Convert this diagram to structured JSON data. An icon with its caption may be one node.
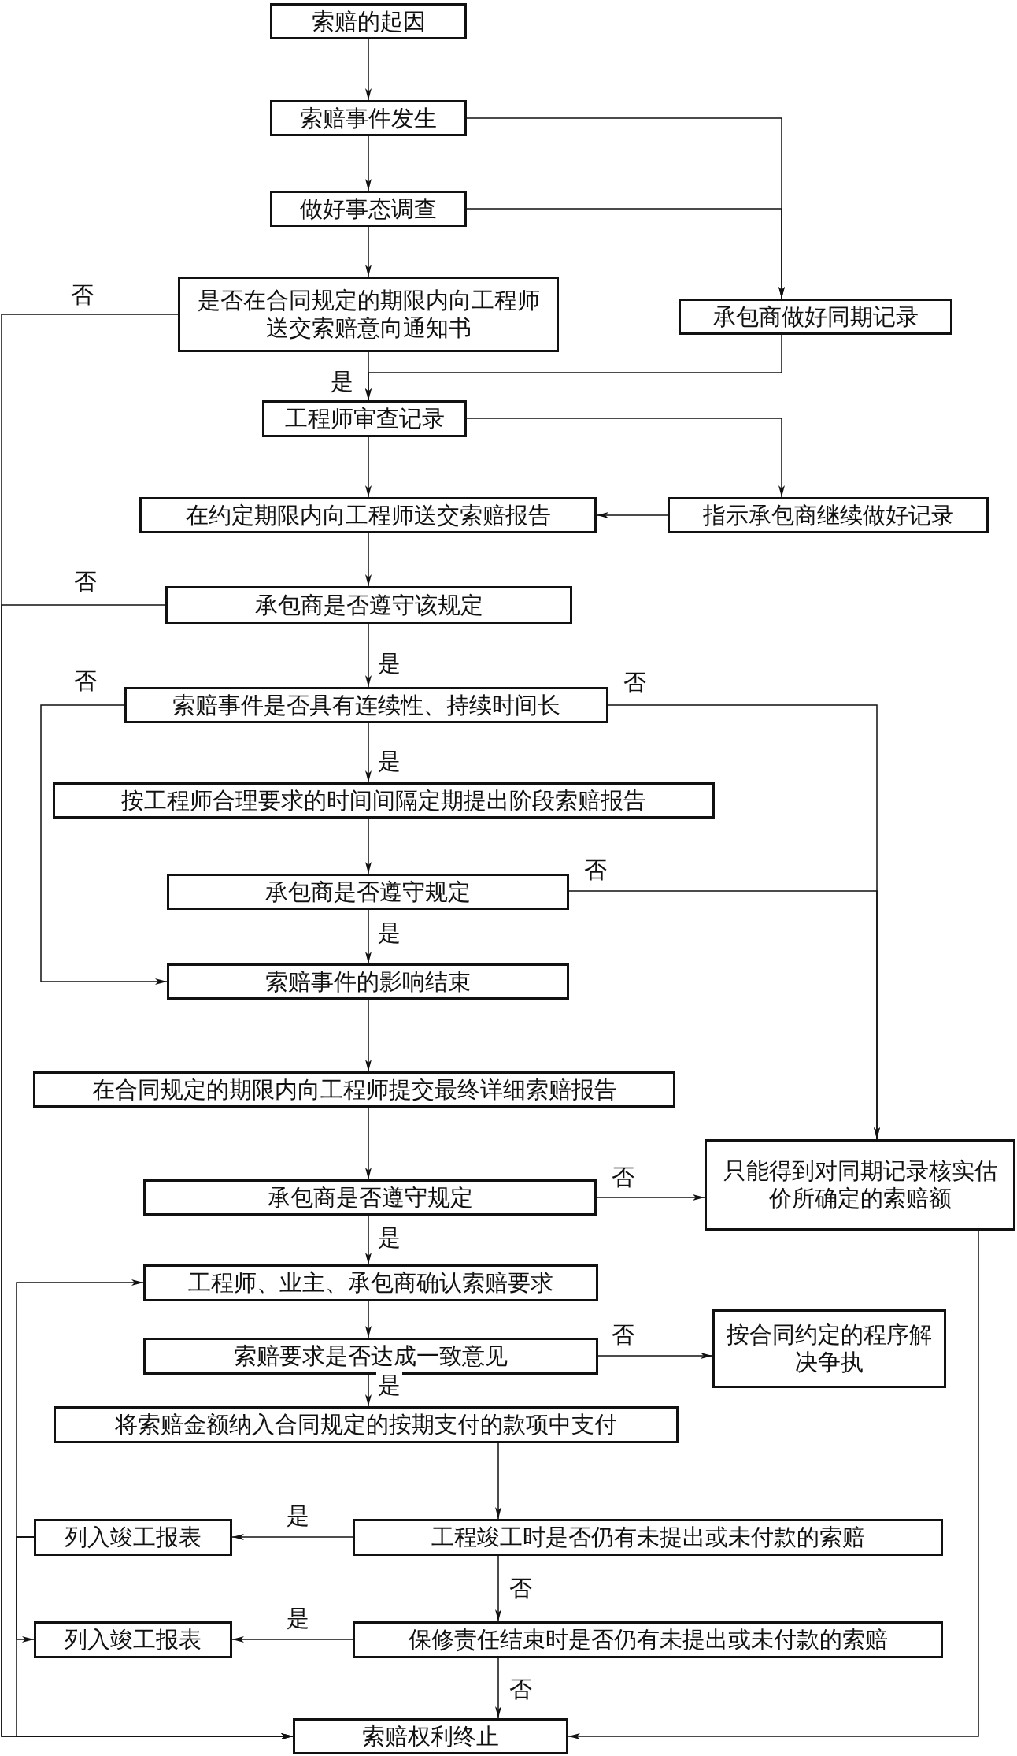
{
  "diagram": {
    "nodes": [
      {
        "text": [
          "索赔的起因"
        ]
      },
      {
        "text": [
          "索赔事件发生"
        ]
      },
      {
        "text": [
          "做好事态调查"
        ]
      },
      {
        "text": [
          "是否在合同规定的期限内向工程师送交索赔意向通知书"
        ]
      },
      {
        "text": [
          "承包商做好同期记录"
        ]
      },
      {
        "text": [
          "工程师审查记录"
        ]
      },
      {
        "text": [
          "在约定期限内向工程师送交索赔报告"
        ]
      },
      {
        "text": [
          "指示承包商继续做好记录"
        ]
      },
      {
        "text": [
          "承包商是否遵守该规定"
        ]
      },
      {
        "text": [
          "索赔事件是否具有连续性、持续时间长"
        ]
      },
      {
        "text": [
          "按工程师合理要求的时间间隔定期提出阶段索赔报告"
        ]
      },
      {
        "text": [
          "承包商是否遵守规定"
        ]
      },
      {
        "text": [
          "索赔事件的影响结束"
        ]
      },
      {
        "text": [
          "在合同规定的期限内向工程师提交最终详细索赔报告"
        ]
      },
      {
        "text": [
          "承包商是否遵守规定"
        ]
      },
      {
        "text": [
          "只能得到对同期记录核实估价所确定的索赔额"
        ]
      },
      {
        "text": [
          "工程师、业主、承包商确认索赔要求"
        ]
      },
      {
        "text": [
          "索赔要求是否达成一致意见"
        ]
      },
      {
        "text": [
          "按合同约定的程序解决争执"
        ]
      },
      {
        "text": [
          "将索赔金额纳入合同规定的按期支付的款项中支付"
        ]
      },
      {
        "text": [
          "列入竣工报表"
        ]
      },
      {
        "text": [
          "工程竣工时是否仍有未提出或未付款的索赔"
        ]
      },
      {
        "text": [
          "列入竣工报表"
        ]
      },
      {
        "text": [
          "保修责任结束时是否仍有未提出或未付款的索赔"
        ]
      },
      {
        "text": [
          "索赔权利终止"
        ]
      }
    ],
    "edges": [
      {
        "from": 0,
        "to": 1,
        "arrow": "to"
      },
      {
        "from": 1,
        "to": 2,
        "arrow": "to"
      },
      {
        "from": 2,
        "to": 3,
        "arrow": "to"
      },
      {
        "from": 1,
        "to": 4,
        "arrow": "to"
      },
      {
        "from": 2,
        "to": 4,
        "arrow": "to"
      },
      {
        "from": 3,
        "to": 5,
        "arrow": "to",
        "label": "是"
      },
      {
        "from": 4,
        "to": 5,
        "arrow": "to"
      },
      {
        "from": 3,
        "to": 24,
        "arrow": "to",
        "label": "否"
      },
      {
        "from": 5,
        "to": 6,
        "arrow": "to"
      },
      {
        "from": 5,
        "to": 7,
        "arrow": "to"
      },
      {
        "from": 7,
        "to": 6,
        "arrow": "to"
      },
      {
        "from": 6,
        "to": 8,
        "arrow": "to"
      },
      {
        "from": 8,
        "to": 9,
        "arrow": "to",
        "label": "是"
      },
      {
        "from": 8,
        "to": 24,
        "arrow": "to",
        "label": "否"
      },
      {
        "from": 9,
        "to": 10,
        "arrow": "to",
        "label": "是"
      },
      {
        "from": 9,
        "to": 12,
        "arrow": "to",
        "label": "否"
      },
      {
        "from": 9,
        "to": 15,
        "arrow": "to",
        "label": "否"
      },
      {
        "from": 10,
        "to": 11,
        "arrow": "to"
      },
      {
        "from": 11,
        "to": 12,
        "arrow": "to",
        "label": "是"
      },
      {
        "from": 11,
        "to": 15,
        "arrow": "to",
        "label": "否"
      },
      {
        "from": 12,
        "to": 13,
        "arrow": "to"
      },
      {
        "from": 13,
        "to": 14,
        "arrow": "to"
      },
      {
        "from": 14,
        "to": 15,
        "arrow": "to",
        "label": "否"
      },
      {
        "from": 14,
        "to": 16,
        "arrow": "to",
        "label": "是"
      },
      {
        "from": 16,
        "to": 17,
        "arrow": "to"
      },
      {
        "from": 17,
        "to": 18,
        "arrow": "to",
        "label": "否"
      },
      {
        "from": 17,
        "to": 19,
        "arrow": "to",
        "label": "是"
      },
      {
        "from": 19,
        "to": 21,
        "arrow": "to"
      },
      {
        "from": 21,
        "to": 20,
        "arrow": "to",
        "label": "是"
      },
      {
        "from": 21,
        "to": 23,
        "arrow": "to",
        "label": "否"
      },
      {
        "from": 23,
        "to": 22,
        "arrow": "to",
        "label": "是"
      },
      {
        "from": 23,
        "to": 24,
        "arrow": "to",
        "label": "否"
      },
      {
        "from": 20,
        "to": 16,
        "arrow": "to"
      },
      {
        "from": 20,
        "to": 22,
        "arrow": "to"
      },
      {
        "from": 20,
        "to": 24,
        "arrow": "to"
      },
      {
        "from": 15,
        "to": 24,
        "arrow": "to"
      }
    ]
  }
}
